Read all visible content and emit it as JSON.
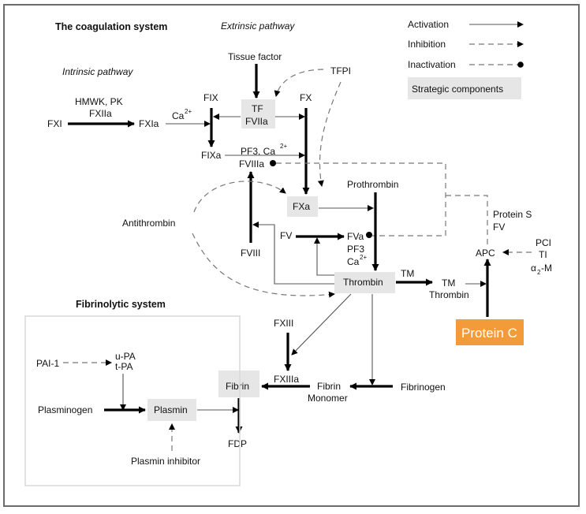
{
  "titles": {
    "coagulation": "The coagulation system",
    "extrinsic": "Extrinsic pathway",
    "intrinsic": "Intrinsic pathway",
    "fibrinolytic": "Fibrinolytic system"
  },
  "legend": {
    "activation": "Activation",
    "inhibition": "Inhibition",
    "inactivation": "Inactivation",
    "strategic": "Strategic components"
  },
  "nodes": {
    "tissue_factor": "Tissue factor",
    "tfpi": "TFPI",
    "hmwk_pk": "HMWK, PK",
    "fxiia": "FXIIa",
    "fxi": "FXI",
    "fxia": "FXIa",
    "ca": "Ca",
    "ca_sup": "2+",
    "fix": "FIX",
    "tf": "TF",
    "fviia": "FVIIa",
    "fx": "FX",
    "fixa": "FIXa",
    "pf3_ca": "PF3, Ca",
    "fviiia": "FVIIIa",
    "antithrombin": "Antithrombin",
    "fxa": "FXa",
    "prothrombin": "Prothrombin",
    "fviii": "FVIII",
    "fv": "FV",
    "fva": "FVa",
    "pf3": "PF3",
    "thrombin": "Thrombin",
    "tm": "TM",
    "tm_thrombin_1": "TM",
    "tm_thrombin_2": "Thrombin",
    "protein_s": "Protein S",
    "protein_s_fv": "FV",
    "apc": "APC",
    "pci": "PCI",
    "ti": "TI",
    "a2m_alpha": "α",
    "a2m_sub": "2",
    "a2m_m": "-M",
    "protein_c": "Protein C",
    "fxiii": "FXIII",
    "fxiiia": "FXIIIa",
    "fibrin": "Fibrin",
    "fibrin_monomer_1": "Fibrin",
    "fibrin_monomer_2": "Monomer",
    "fibrinogen": "Fibrinogen",
    "pai1": "PAI-1",
    "upa": "u-PA",
    "tpa": "t-PA",
    "plasminogen": "Plasminogen",
    "plasmin": "Plasmin",
    "plasmin_inhibitor": "Plasmin inhibitor",
    "fdp": "FDP"
  },
  "colors": {
    "strategic_fill": "#e6e6e6",
    "protein_c": "#f39a3a"
  }
}
